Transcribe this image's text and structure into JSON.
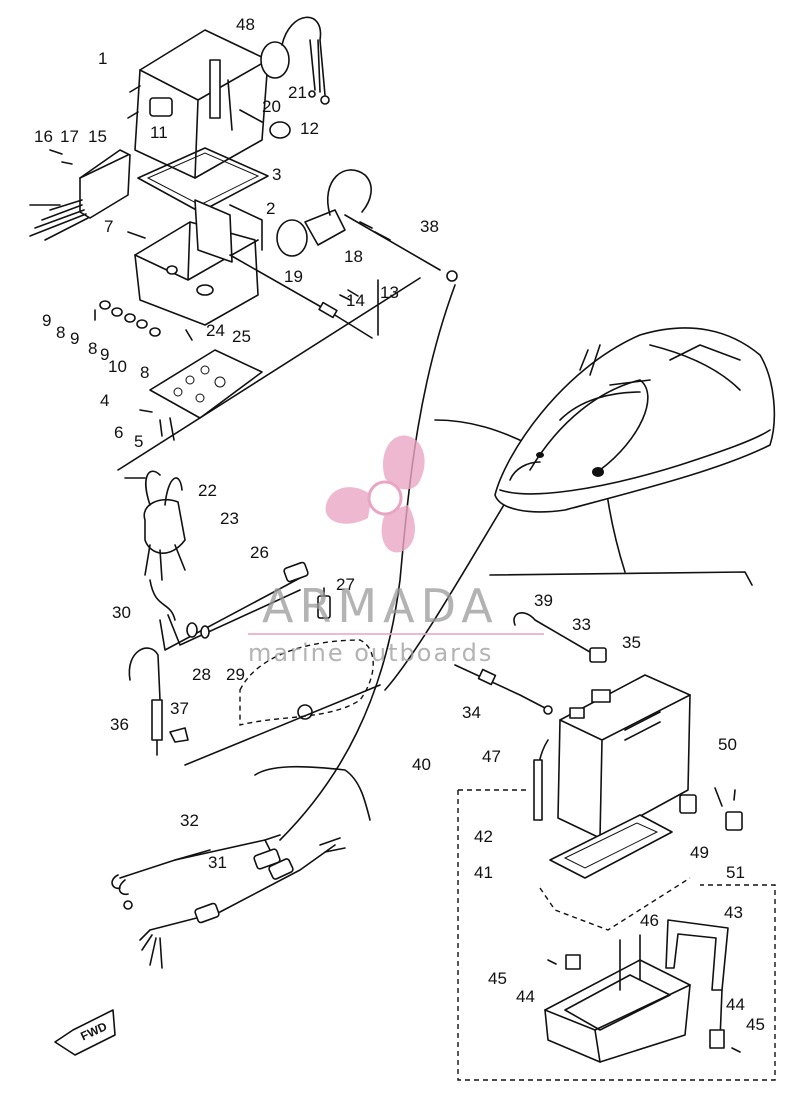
{
  "watermark": {
    "brand": "ARMADA",
    "tagline": "marine outboards",
    "colors": {
      "logo_pink": "#e8a6c4",
      "text_gray": "#9a9a9a",
      "rule_pink": "#e8a6c4"
    }
  },
  "direction_marker": "FWD",
  "callouts": {
    "c1": "1",
    "c2": "2",
    "c3": "3",
    "c4": "4",
    "c5": "5",
    "c6a": "6",
    "c7": "7",
    "c8a": "8",
    "c8b": "8",
    "c8c": "8",
    "c9a": "9",
    "c9b": "9",
    "c9c": "9",
    "c10": "10",
    "c11": "11",
    "c12": "12",
    "c13": "13",
    "c14": "14",
    "c15": "15",
    "c16": "16",
    "c17": "17",
    "c18": "18",
    "c19": "19",
    "c20": "20",
    "c21": "21",
    "c22": "22",
    "c23": "23",
    "c24": "24",
    "c25": "25",
    "c26": "26",
    "c27": "27",
    "c28": "28",
    "c29": "29",
    "c30": "30",
    "c31": "31",
    "c32": "32",
    "c33": "33",
    "c34": "34",
    "c35": "35",
    "c36": "36",
    "c37": "37",
    "c38": "38",
    "c39": "39",
    "c40": "40",
    "c41": "41",
    "c42": "42",
    "c43": "43",
    "c44a": "44",
    "c44b": "44",
    "c45a": "45",
    "c45b": "45",
    "c46": "46",
    "c47": "47",
    "c48": "48",
    "c49": "49",
    "c50": "50",
    "c51": "51"
  }
}
